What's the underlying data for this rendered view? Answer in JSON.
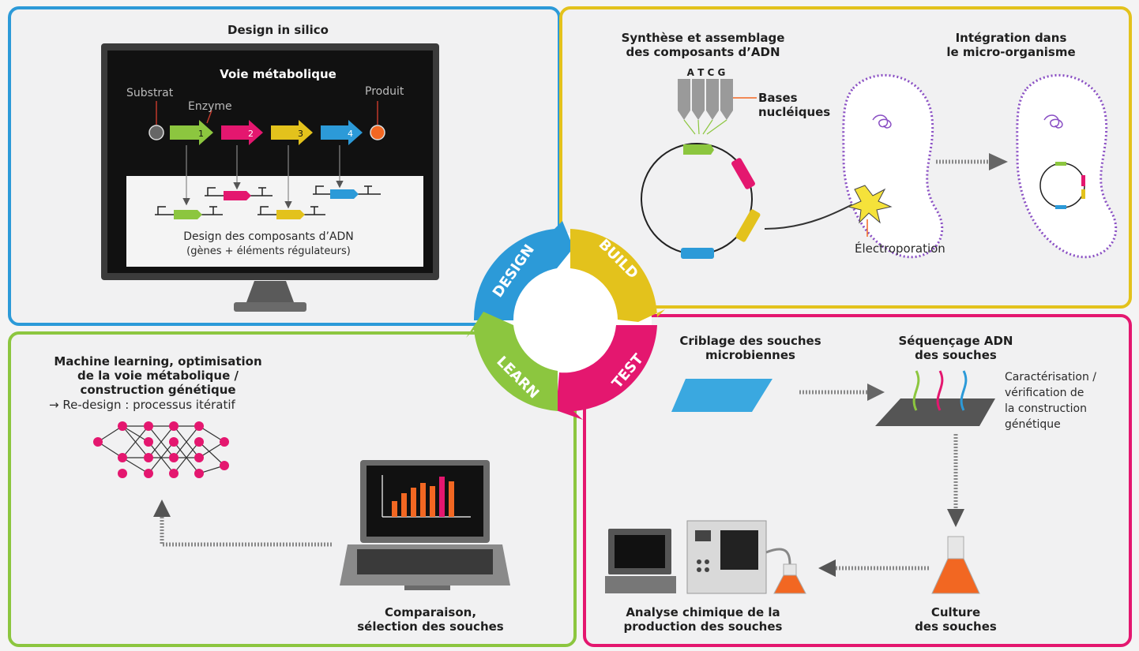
{
  "cycle": {
    "design": "DESIGN",
    "build": "BUILD",
    "test": "TEST",
    "learn": "LEARN"
  },
  "colors": {
    "design": "#2c9ad8",
    "build": "#e3c21c",
    "test": "#e4176f",
    "learn": "#8cc63f",
    "orange": "#f26722",
    "purple": "#8a4fc4"
  },
  "design": {
    "title": "Design in silico",
    "screen_title": "Voie métabolique",
    "substrate": "Substrat",
    "enzyme": "Enzyme",
    "product": "Produit",
    "steps": [
      "1",
      "2",
      "3",
      "4"
    ],
    "components_line1": "Design des composants d’ADN",
    "components_line2": "(gènes + éléments régulateurs)"
  },
  "build": {
    "synthesis_line1": "Synthèse et assemblage",
    "synthesis_line2": "des composants d’ADN",
    "bases": "A T C G",
    "nucleic_line1": "Bases",
    "nucleic_line2": "nucléiques",
    "integration_line1": "Intégration dans",
    "integration_line2": "le micro-organisme",
    "electroporation": "Électroporation"
  },
  "test": {
    "screening_line1": "Criblage des souches",
    "screening_line2": "microbiennes",
    "sequencing_line1": "Séquençage ADN",
    "sequencing_line2": "des souches",
    "char_line1": "Caractérisation /",
    "char_line2": "vérification de",
    "char_line3": "la construction",
    "char_line4": "génétique",
    "culture_line1": "Culture",
    "culture_line2": "des souches",
    "analysis_line1": "Analyse chimique de la",
    "analysis_line2": "production des souches"
  },
  "learn": {
    "ml_line1": "Machine learning, optimisation",
    "ml_line2": "de la voie métabolique /",
    "ml_line3": "construction génétique",
    "redesign": "→ Re-design : processus itératif",
    "compare_line1": "Comparaison,",
    "compare_line2": "sélection des souches"
  }
}
